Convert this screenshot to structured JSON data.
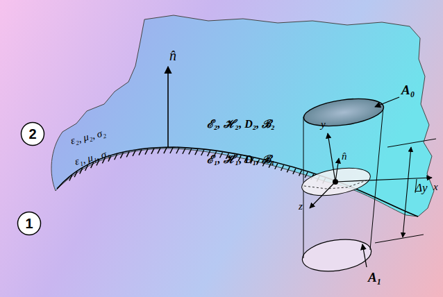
{
  "diagram": {
    "nodes": [
      {
        "text": [
          "2"
        ]
      },
      {
        "text": [
          "1"
        ]
      }
    ],
    "labels": [
      "ε₂, μ₂, σ₂",
      "ε₁, μ₁, σ₁",
      "ℰ₂, ℋ₂, D₂, ℬ₂",
      "ℰ₁, ℋ₁, D₁, ℬ₁",
      "n̂",
      "n̂",
      "y",
      "x",
      "z",
      "A₀",
      "A₁",
      "Δy"
    ]
  }
}
